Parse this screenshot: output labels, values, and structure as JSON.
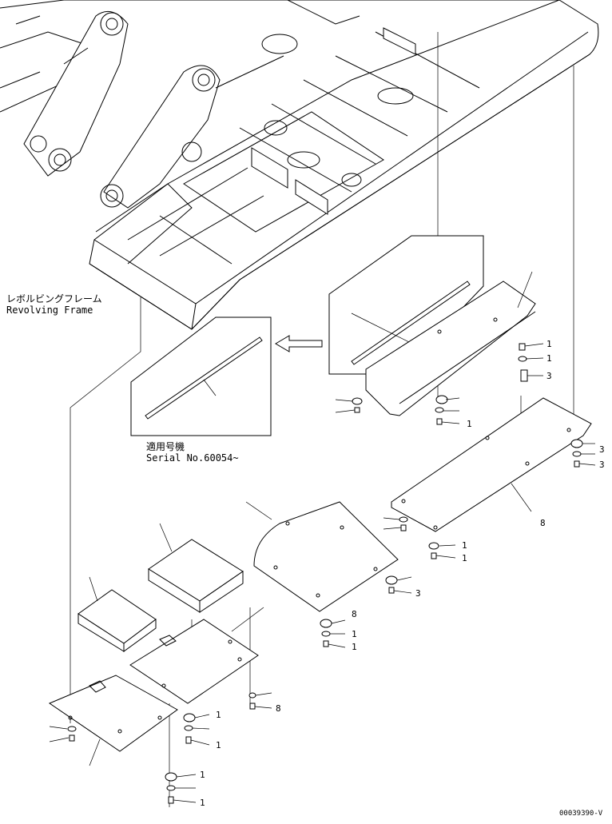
{
  "labels": {
    "frame_jp": "レボルビングフレーム",
    "frame_en": "Revolving Frame",
    "serial_jp": "適用号機",
    "serial_en": "Serial No.60054~",
    "drawing_no": "00039390-V"
  },
  "callouts": {
    "c1": "1",
    "c2": "1",
    "c3": "3",
    "c4": "3",
    "c5": "3",
    "c6": "8",
    "c7": "1",
    "c8": "1",
    "c9": "3",
    "c10": "8",
    "c11": "1",
    "c12": "1",
    "c13": "8",
    "c14": "1",
    "c15": "1",
    "c16": "1",
    "c17": "1",
    "c18": "1"
  }
}
